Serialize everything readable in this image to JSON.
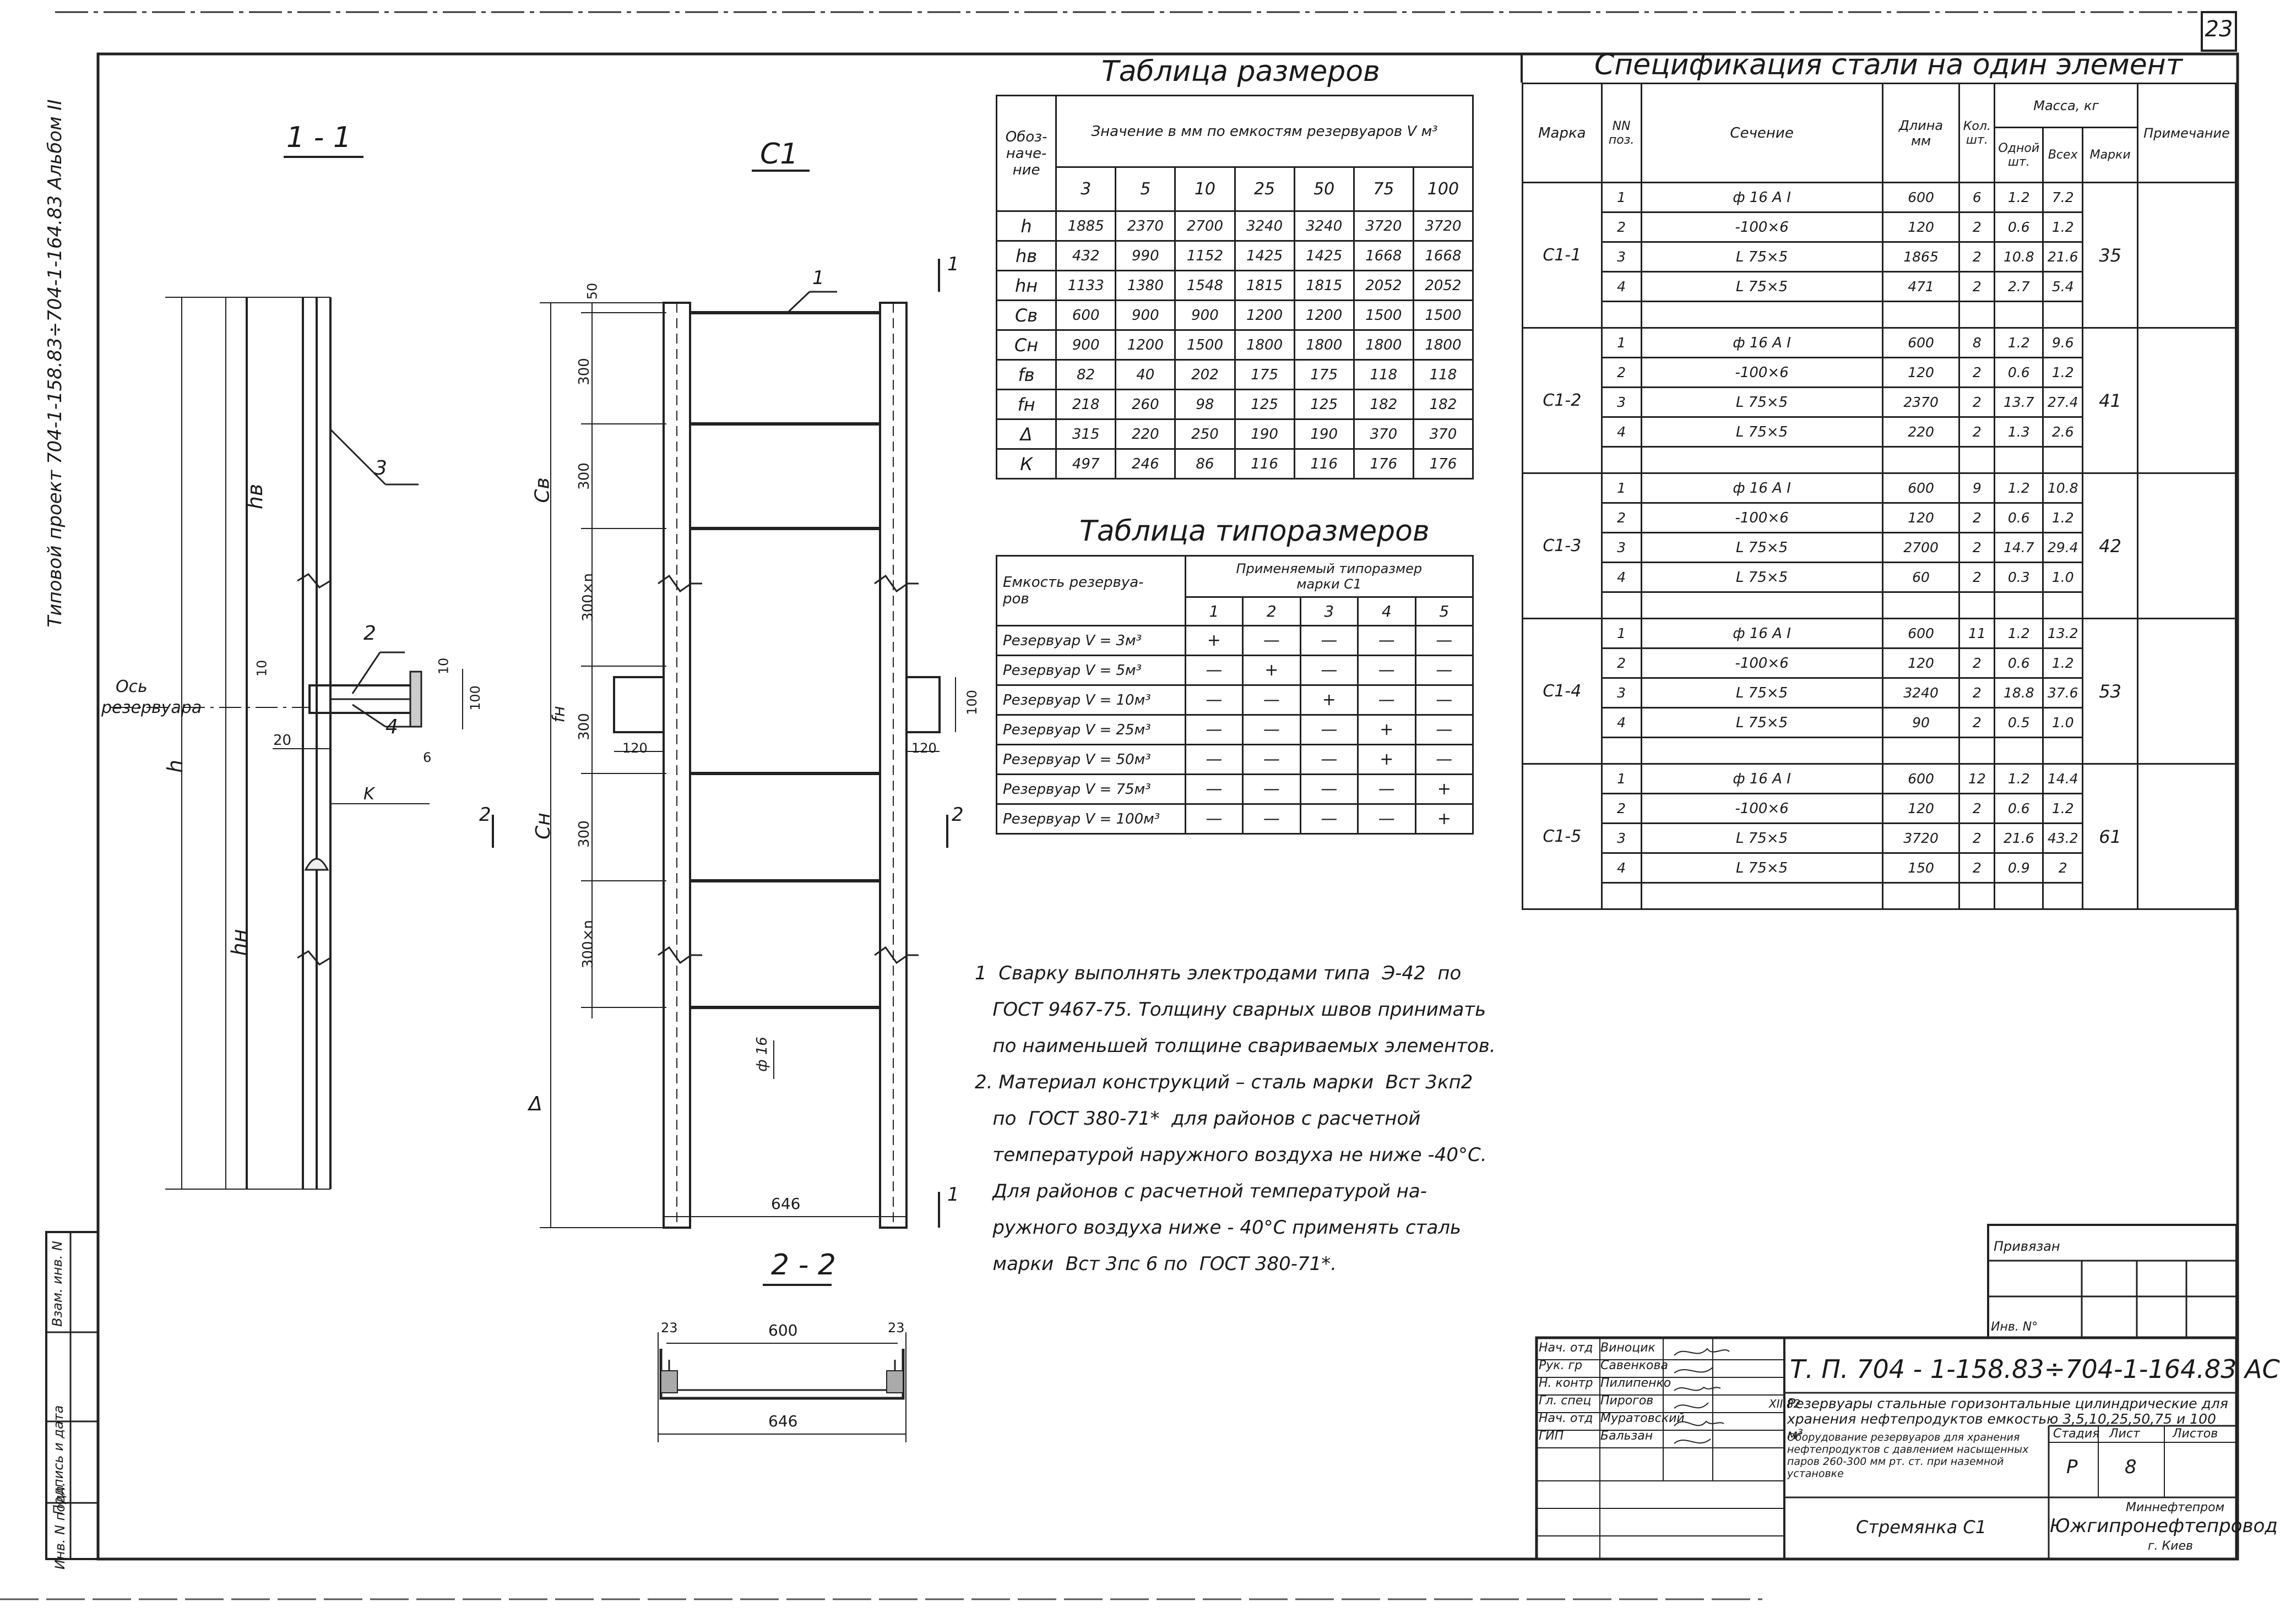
{
  "sheet_no": "23",
  "side_label": "Типовой проект   704-1-158.83÷704-1-164.83  Альбом II",
  "side_stamp": [
    "Инв. N подл.",
    "Подпись и дата",
    "Взам. инв. N"
  ],
  "views": {
    "section_1": "1 - 1",
    "c1": "С1",
    "section_2": "2 - 2",
    "axis_label": [
      "Ось",
      "резервуара"
    ],
    "dims": {
      "h": "h",
      "hv": "hв",
      "hn": "hн",
      "cv": "Св",
      "cn": "Сн",
      "fn": "fн",
      "delta": "Δ",
      "k": "K",
      "d10": "10",
      "d20": "20",
      "d6": "6",
      "d100": "100",
      "d50": "50",
      "d300": "300",
      "d300n": "300×n",
      "d120": "120",
      "d646": "646",
      "d600": "600",
      "d23": "23",
      "phi16": "ф 16"
    },
    "callouts": [
      "1",
      "2",
      "3",
      "4"
    ],
    "cut_marks": [
      "1",
      "2"
    ]
  },
  "size_table": {
    "title": "Таблица размеров",
    "h_desig": "Обоз-\nначе-\nние",
    "h_values": "Значение в мм по емкостям резервуаров V м³",
    "capacities": [
      "3",
      "5",
      "10",
      "25",
      "50",
      "75",
      "100"
    ],
    "rows": [
      {
        "d": "h",
        "v": [
          "1885",
          "2370",
          "2700",
          "3240",
          "3240",
          "3720",
          "3720"
        ]
      },
      {
        "d": "hв",
        "v": [
          "432",
          "990",
          "1152",
          "1425",
          "1425",
          "1668",
          "1668"
        ]
      },
      {
        "d": "hн",
        "v": [
          "1133",
          "1380",
          "1548",
          "1815",
          "1815",
          "2052",
          "2052"
        ]
      },
      {
        "d": "Св",
        "v": [
          "600",
          "900",
          "900",
          "1200",
          "1200",
          "1500",
          "1500"
        ]
      },
      {
        "d": "Сн",
        "v": [
          "900",
          "1200",
          "1500",
          "1800",
          "1800",
          "1800",
          "1800"
        ]
      },
      {
        "d": "fв",
        "v": [
          "82",
          "40",
          "202",
          "175",
          "175",
          "118",
          "118"
        ]
      },
      {
        "d": "fн",
        "v": [
          "218",
          "260",
          "98",
          "125",
          "125",
          "182",
          "182"
        ]
      },
      {
        "d": "Δ",
        "v": [
          "315",
          "220",
          "250",
          "190",
          "190",
          "370",
          "370"
        ]
      },
      {
        "d": "К",
        "v": [
          "497",
          "246",
          "86",
          "116",
          "116",
          "176",
          "176"
        ]
      }
    ]
  },
  "type_table": {
    "title": "Таблица типоразмеров",
    "h_capacity": "Емкость резервуа-\nров",
    "h_applied": "Применяемый типоразмер\nмарки С1",
    "sizes": [
      "1",
      "2",
      "3",
      "4",
      "5"
    ],
    "rows": [
      {
        "name": "Резервуар  V = 3м³",
        "m": [
          "+",
          "—",
          "—",
          "—",
          "—"
        ]
      },
      {
        "name": "Резервуар  V = 5м³",
        "m": [
          "—",
          "+",
          "—",
          "—",
          "—"
        ]
      },
      {
        "name": "Резервуар  V = 10м³",
        "m": [
          "—",
          "—",
          "+",
          "—",
          "—"
        ]
      },
      {
        "name": "Резервуар  V = 25м³",
        "m": [
          "—",
          "—",
          "—",
          "+",
          "—"
        ]
      },
      {
        "name": "Резервуар  V = 50м³",
        "m": [
          "—",
          "—",
          "—",
          "+",
          "—"
        ]
      },
      {
        "name": "Резервуар  V = 75м³",
        "m": [
          "—",
          "—",
          "—",
          "—",
          "+"
        ]
      },
      {
        "name": "Резервуар  V = 100м³",
        "m": [
          "—",
          "—",
          "—",
          "—",
          "+"
        ]
      }
    ]
  },
  "notes": [
    "1  Сварку выполнять электродами типа  Э-42  по",
    "   ГОСТ 9467-75. Толщину сварных швов принимать",
    "   по наименьшей толщине свариваемых элементов.",
    "2. Материал конструкций – сталь марки  Вст 3кп2",
    "   по  ГОСТ 380-71*  для районов с расчетной",
    "   температурой наружного воздуха не ниже -40°С.",
    "   Для районов с расчетной температурой на-",
    "   ружного воздуха ниже - 40°С применять сталь",
    "   марки  Вст 3пс 6 по  ГОСТ 380-71*."
  ],
  "spec_table": {
    "title": "Спецификация стали на один элемент",
    "h_mark": "Марка",
    "h_pos": "NN\nпоз.",
    "h_section": "Сечение",
    "h_length": "Длина\nмм",
    "h_qty": "Кол.\nшт.",
    "h_mass": "Масса, кг",
    "h_one": "Одной\nшт.",
    "h_all": "Всех",
    "h_mass_mark": "Марки",
    "h_note": "Примечание",
    "groups": [
      {
        "mark": "С1-1",
        "mass": "35",
        "rows": [
          [
            "1",
            "ф 16 А I",
            "600",
            "6",
            "1.2",
            "7.2"
          ],
          [
            "2",
            "-100×6",
            "120",
            "2",
            "0.6",
            "1.2"
          ],
          [
            "3",
            "L 75×5",
            "1865",
            "2",
            "10.8",
            "21.6"
          ],
          [
            "4",
            "L 75×5",
            "471",
            "2",
            "2.7",
            "5.4"
          ]
        ]
      },
      {
        "mark": "С1-2",
        "mass": "41",
        "rows": [
          [
            "1",
            "ф 16 А I",
            "600",
            "8",
            "1.2",
            "9.6"
          ],
          [
            "2",
            "-100×6",
            "120",
            "2",
            "0.6",
            "1.2"
          ],
          [
            "3",
            "L 75×5",
            "2370",
            "2",
            "13.7",
            "27.4"
          ],
          [
            "4",
            "L 75×5",
            "220",
            "2",
            "1.3",
            "2.6"
          ]
        ]
      },
      {
        "mark": "С1-3",
        "mass": "42",
        "rows": [
          [
            "1",
            "ф 16 А I",
            "600",
            "9",
            "1.2",
            "10.8"
          ],
          [
            "2",
            "-100×6",
            "120",
            "2",
            "0.6",
            "1.2"
          ],
          [
            "3",
            "L 75×5",
            "2700",
            "2",
            "14.7",
            "29.4"
          ],
          [
            "4",
            "L 75×5",
            "60",
            "2",
            "0.3",
            "1.0"
          ]
        ]
      },
      {
        "mark": "С1-4",
        "mass": "53",
        "rows": [
          [
            "1",
            "ф 16 А I",
            "600",
            "11",
            "1.2",
            "13.2"
          ],
          [
            "2",
            "-100×6",
            "120",
            "2",
            "0.6",
            "1.2"
          ],
          [
            "3",
            "L 75×5",
            "3240",
            "2",
            "18.8",
            "37.6"
          ],
          [
            "4",
            "L 75×5",
            "90",
            "2",
            "0.5",
            "1.0"
          ]
        ]
      },
      {
        "mark": "С1-5",
        "mass": "61",
        "rows": [
          [
            "1",
            "ф 16 А I",
            "600",
            "12",
            "1.2",
            "14.4"
          ],
          [
            "2",
            "-100×6",
            "120",
            "2",
            "0.6",
            "1.2"
          ],
          [
            "3",
            "L 75×5",
            "3720",
            "2",
            "21.6",
            "43.2"
          ],
          [
            "4",
            "L 75×5",
            "150",
            "2",
            "0.9",
            "2"
          ]
        ]
      }
    ]
  },
  "title_block": {
    "binding": "Привязан",
    "inv": "Инв. N°",
    "roles": [
      {
        "role": "Нач. отд",
        "name": "Виноцик"
      },
      {
        "role": "Рук. гр",
        "name": "Савенкова"
      },
      {
        "role": "Н. контр",
        "name": "Пилипенко"
      },
      {
        "role": "Гл. спец",
        "name": "Пирогов"
      },
      {
        "role": "Нач. отд",
        "name": "Муратовский"
      },
      {
        "role": "ГИП",
        "name": "Бальзан"
      }
    ],
    "date": "XII 82",
    "code": "Т. П.   704 - 1-158.83÷704-1-164.83 АС",
    "desc1": "Резервуары стальные горизонтальные цилиндрические для хранения нефтепродуктов емкостью 3,5,10,25,50,75 и 100 м³",
    "desc2": "Оборудование резервуаров для хранения нефтепродуктов с давлением насыщенных паров 260-300 мм рт. ст. при наземной установке",
    "stage_h": "Стадия",
    "sheet_h": "Лист",
    "sheets_h": "Листов",
    "stage": "Р",
    "sheet": "8",
    "element": "Стремянка С1",
    "org1": "Миннефтепром",
    "org2": "Южгипронефтепровод",
    "city": "г. Киев"
  }
}
